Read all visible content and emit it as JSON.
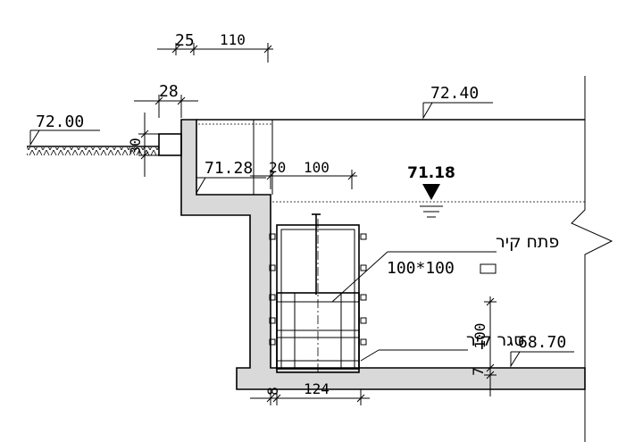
{
  "drawing": {
    "levels": {
      "ground_left": "72.00",
      "top_right": "72.40",
      "wall_inner": "71.28",
      "water": "71.18",
      "floor_right": "68.70"
    },
    "dims": {
      "d25": "25",
      "d110": "110",
      "d28": "28",
      "d30": "30",
      "d20": "20",
      "d100_h": "100",
      "d100_v": "100",
      "d7": "7",
      "d8": "8",
      "d124": "124"
    },
    "labels": {
      "wall_opening": "פתח קיר",
      "opening_size": "100*100",
      "wall_gate": "סגר קיר"
    }
  }
}
